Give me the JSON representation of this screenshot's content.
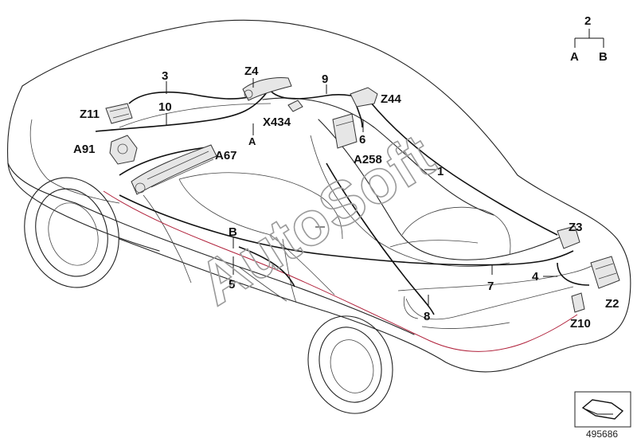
{
  "watermark": "AutoSoft",
  "tree": {
    "root": "2",
    "left": "A",
    "right": "B"
  },
  "labels": {
    "n1": "1",
    "n3": "3",
    "n4": "4",
    "n5": "5",
    "n6": "6",
    "n7": "7",
    "n8": "8",
    "n9": "9",
    "n10": "10",
    "Z4": "Z4",
    "Z11": "Z11",
    "A91": "A91",
    "A67": "A67",
    "X434": "X434",
    "A_x434": "A",
    "Z44": "Z44",
    "A258": "A258",
    "Z3": "Z3",
    "Z2": "Z2",
    "Z10": "Z10",
    "B_mid": "B"
  },
  "diagram_id": "495686"
}
